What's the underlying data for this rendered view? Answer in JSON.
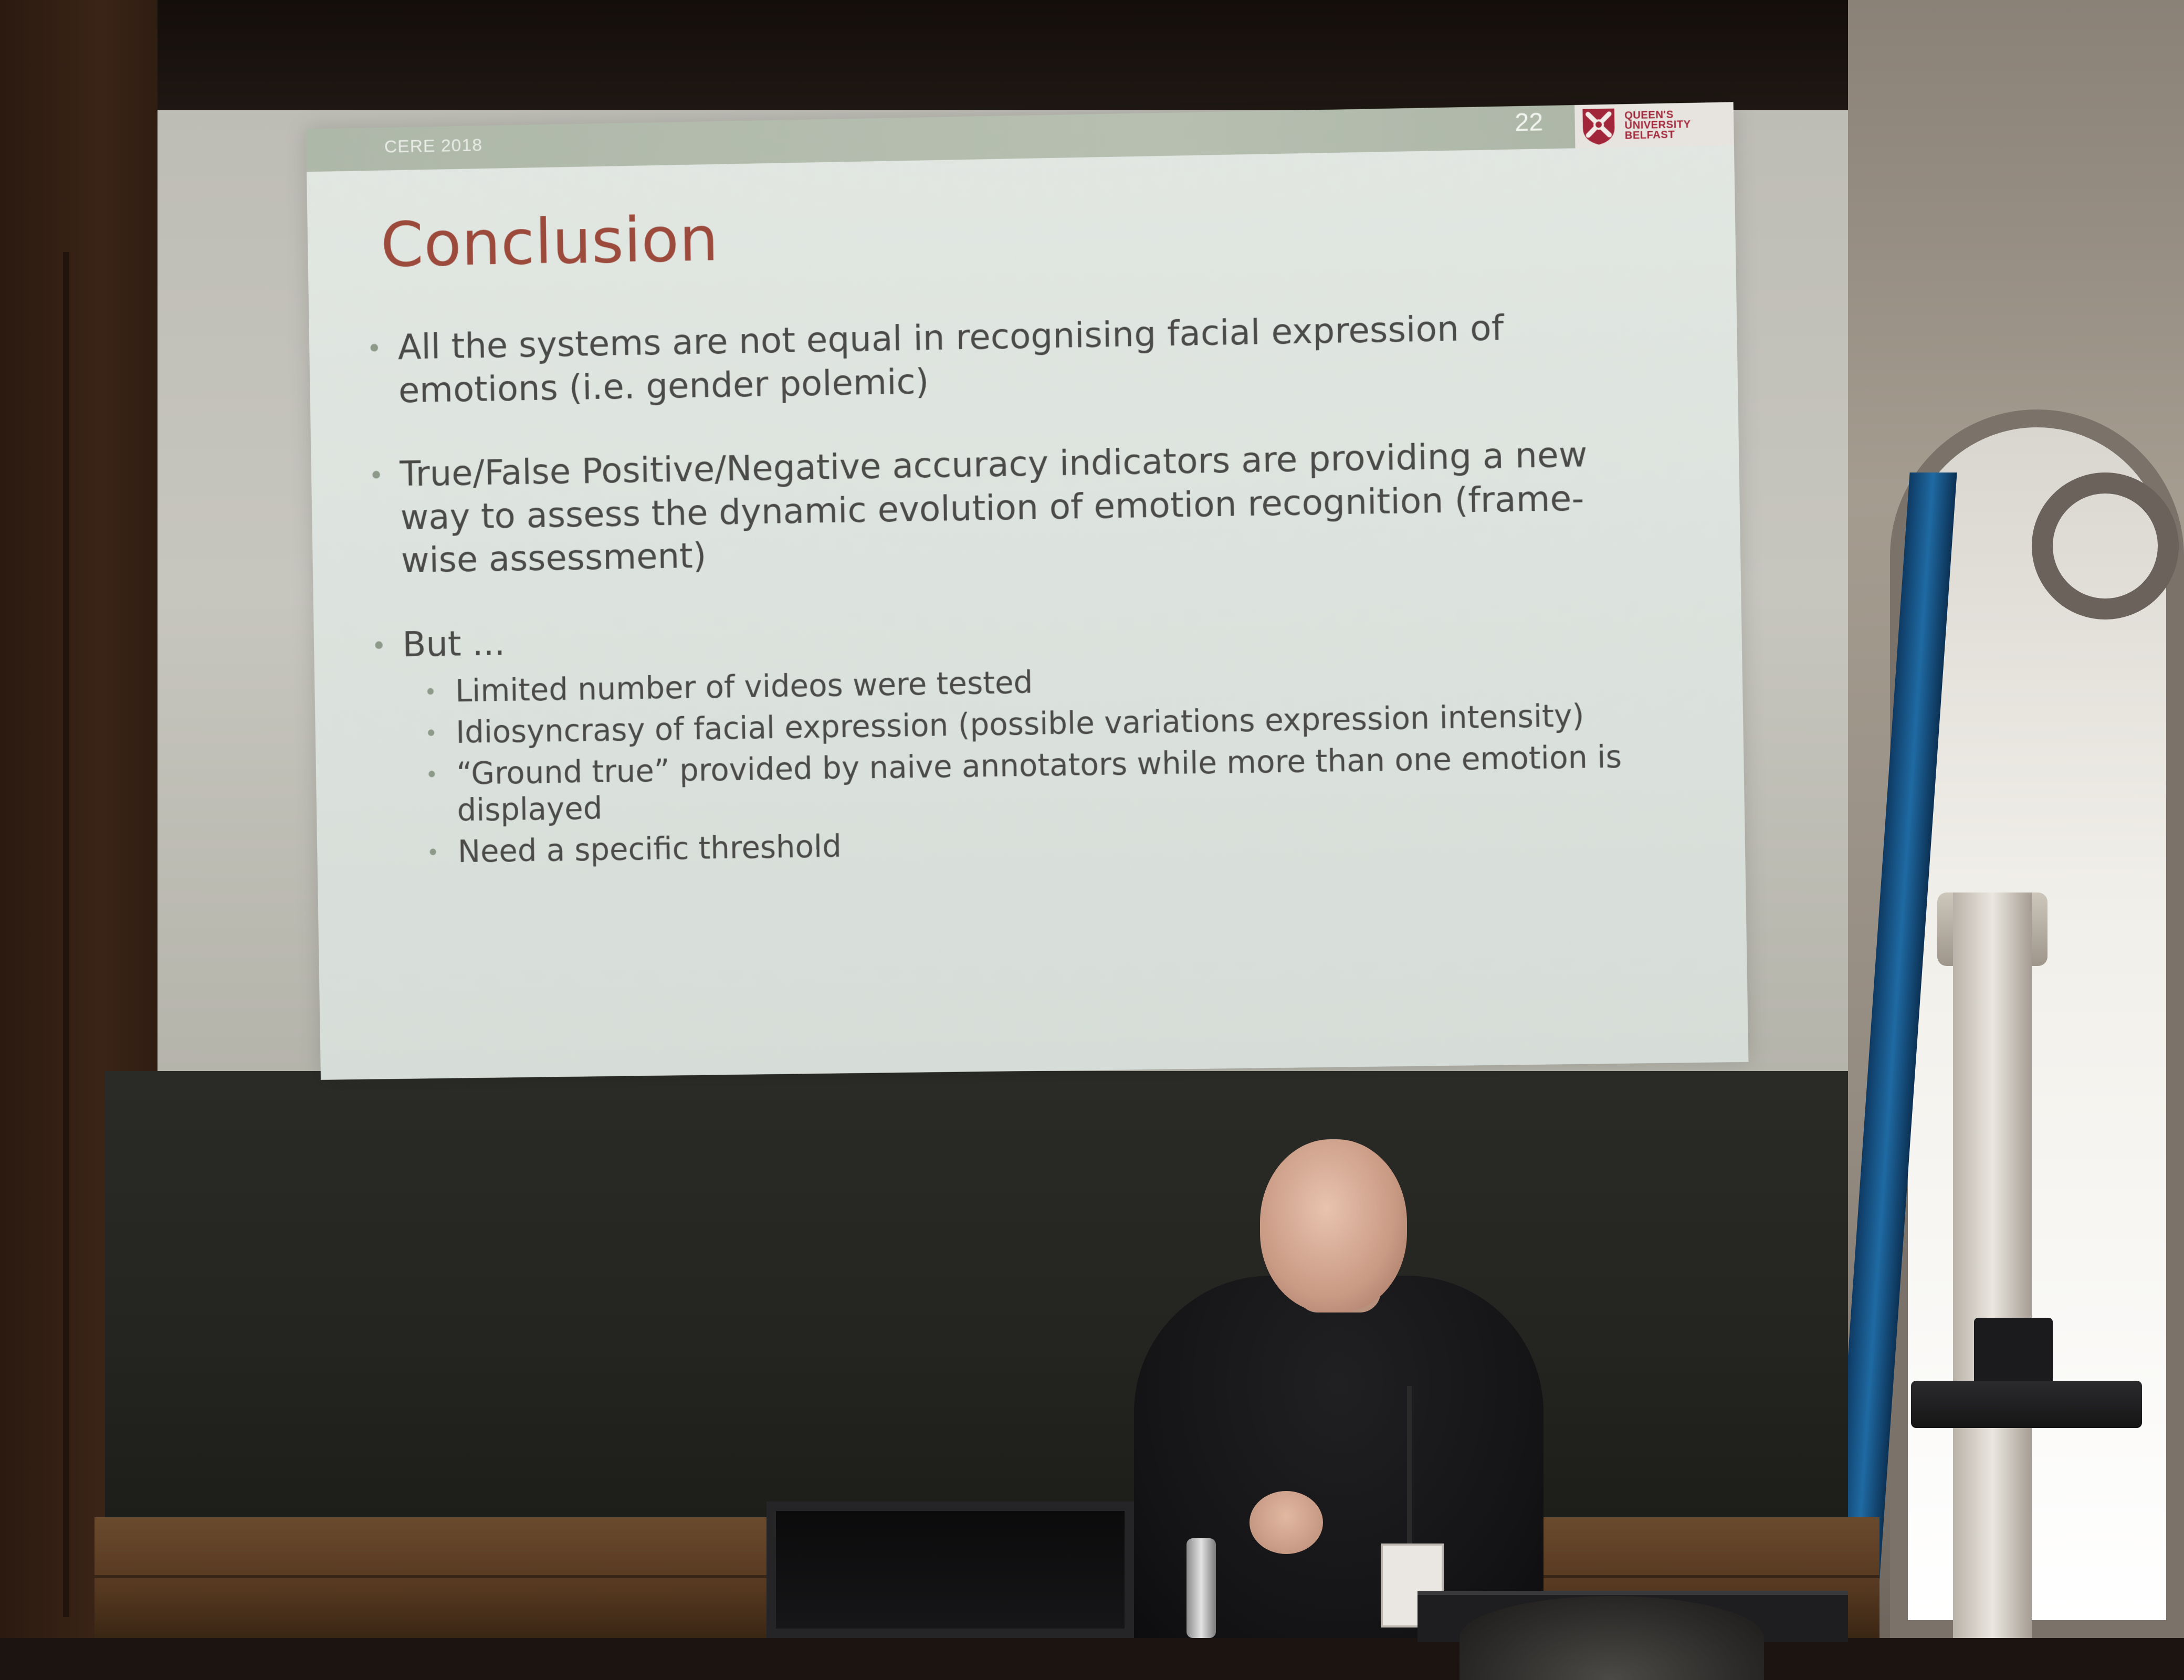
{
  "slide": {
    "conference": "CERE 2018",
    "number": "22",
    "logo_lines": [
      "QUEEN'S",
      "UNIVERSITY",
      "BELFAST"
    ],
    "title": "Conclusion",
    "bullets": [
      {
        "text": "All the systems are not equal in recognising facial expression of emotions (i.e. gender polemic)",
        "sub": []
      },
      {
        "text": "True/False Positive/Negative accuracy indicators are providing a new way to assess the dynamic evolution of emotion recognition (frame-wise assessment)",
        "sub": []
      },
      {
        "text": "But ...",
        "sub": [
          "Limited number of videos were tested",
          "Idiosyncrasy of facial  expression (possible variations expression intensity)",
          "“Ground true” provided by naive annotators while more than one emotion is displayed",
          "Need a specific threshold"
        ]
      }
    ],
    "colors": {
      "title": "#9b4a3b",
      "body_text": "#4a4a48",
      "header_bar": "#b6bfb0",
      "logo_red": "#a2263a"
    },
    "icons": {
      "crest": "university-crest-icon"
    }
  }
}
